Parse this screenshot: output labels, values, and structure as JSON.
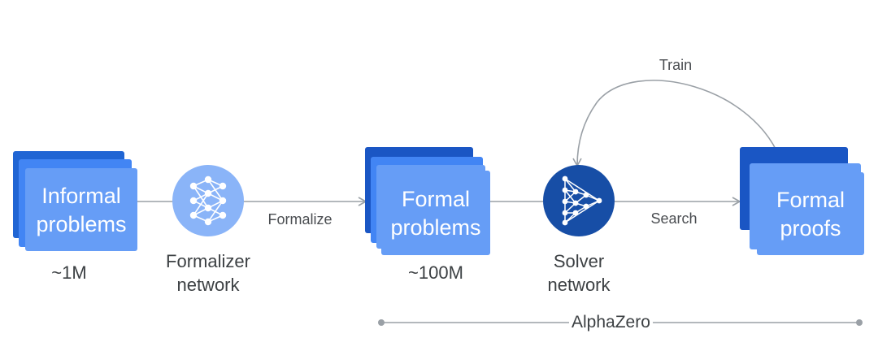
{
  "boxes": {
    "informal": {
      "line1": "Informal",
      "line2": "problems",
      "count": "~1M"
    },
    "formal_problems": {
      "line1": "Formal",
      "line2": "problems",
      "count": "~100M"
    },
    "formal_proofs": {
      "line1": "Formal",
      "line2": "proofs"
    }
  },
  "networks": {
    "formalizer": {
      "line1": "Formalizer",
      "line2": "network"
    },
    "solver": {
      "line1": "Solver",
      "line2": "network"
    }
  },
  "edges": {
    "formalize": "Formalize",
    "search": "Search",
    "train": "Train"
  },
  "span": {
    "label": "AlphaZero"
  },
  "colors": {
    "box_back": "#2065d4",
    "box_mid": "#4285f4",
    "box_front": "#669df6",
    "formal_back": "#1a56c4",
    "formalizer_node": "#8ab4f8",
    "solver_node": "#174ea6",
    "line": "#9aa0a6"
  },
  "icons": {
    "formalizer": "neural-network-icon",
    "solver": "neural-network-play-icon"
  }
}
